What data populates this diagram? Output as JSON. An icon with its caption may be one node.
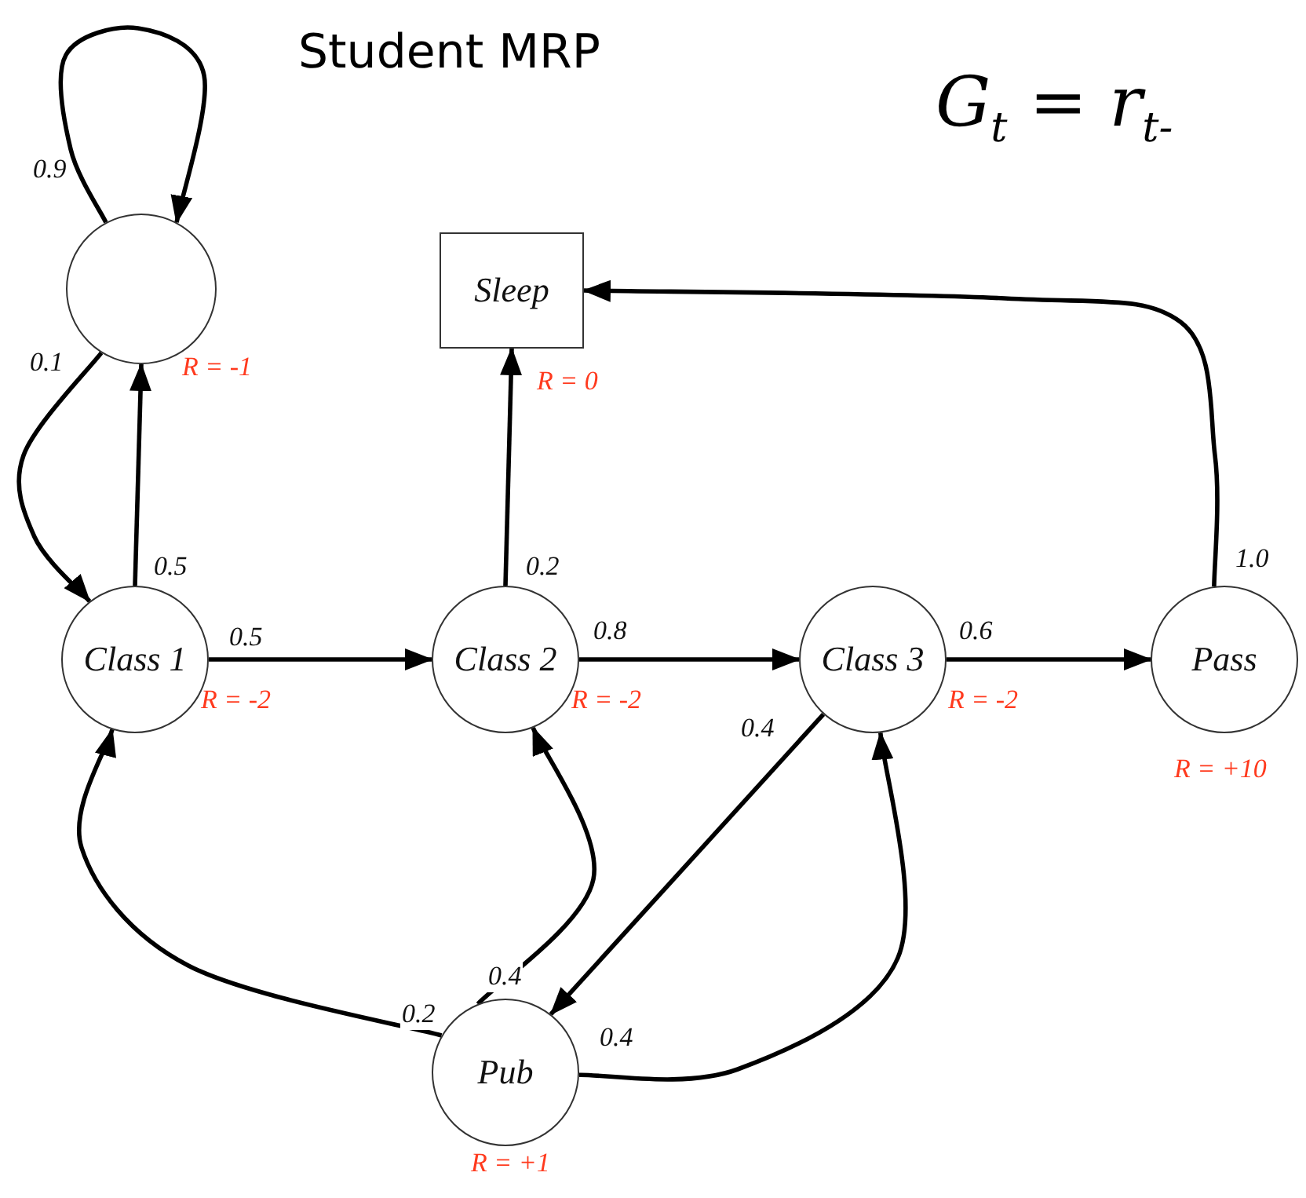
{
  "diagram": {
    "title": "Student MRP",
    "nodes": [
      {
        "text": [],
        "shape": "circle",
        "beside": [
          "R = -1"
        ]
      },
      {
        "text": [
          "Sleep"
        ],
        "beside": [
          "R = 0"
        ]
      },
      {
        "text": [
          "Class 1"
        ],
        "beside": [
          "R = -2"
        ]
      },
      {
        "text": [
          "Class 2"
        ],
        "beside": [
          "R = -2"
        ]
      },
      {
        "text": [
          "Class 3"
        ],
        "beside": [
          "R = -2"
        ]
      },
      {
        "text": [
          "Pass"
        ],
        "beside": [
          "R = +10"
        ]
      },
      {
        "text": [
          "Pub"
        ],
        "beside": [
          "R = +1"
        ]
      }
    ],
    "edges": [
      {
        "from": 0,
        "to": 0,
        "arrow": "to",
        "label": "0.9"
      },
      {
        "from": 0,
        "to": 2,
        "arrow": "to",
        "label": "0.1"
      },
      {
        "from": 2,
        "to": 0,
        "arrow": "to",
        "label": "0.5"
      },
      {
        "from": 2,
        "to": 3,
        "arrow": "to",
        "label": "0.5"
      },
      {
        "from": 3,
        "to": 1,
        "arrow": "to",
        "label": "0.2"
      },
      {
        "from": 3,
        "to": 4,
        "arrow": "to",
        "label": "0.8"
      },
      {
        "from": 4,
        "to": 5,
        "arrow": "to",
        "label": "0.6"
      },
      {
        "from": 5,
        "to": 1,
        "arrow": "to",
        "label": "1.0"
      },
      {
        "from": 4,
        "to": 6,
        "arrow": "to",
        "label": "0.4"
      },
      {
        "from": 6,
        "to": 2,
        "arrow": "to",
        "label": "0.2"
      },
      {
        "from": 6,
        "to": 3,
        "arrow": "to",
        "label": "0.4"
      },
      {
        "from": 6,
        "to": 4,
        "arrow": "to",
        "label": "0.4"
      }
    ],
    "labels": [
      "G$_{t}$ = r$_{t-}$"
    ]
  }
}
